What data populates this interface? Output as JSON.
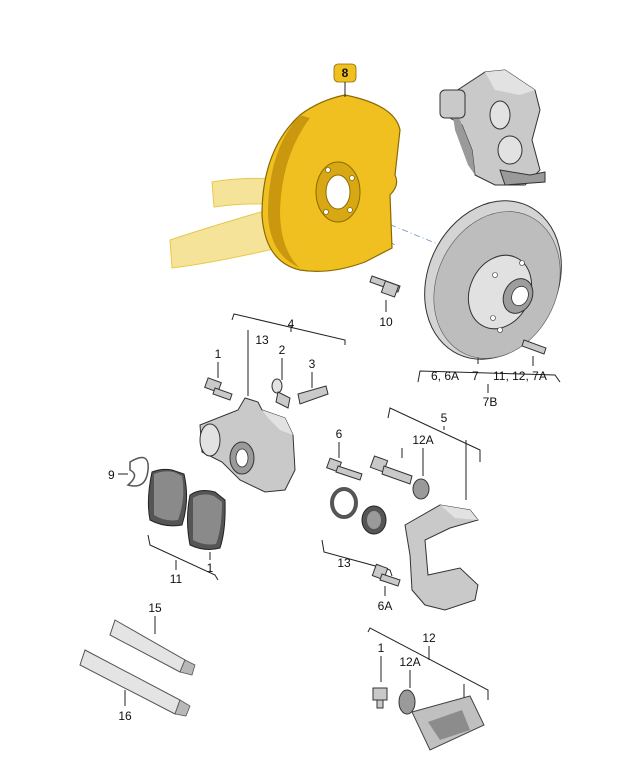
{
  "labels": {
    "l8": "8",
    "l10": "10",
    "l4": "4",
    "l13a": "13",
    "l1a": "1",
    "l2": "2",
    "l3": "3",
    "l6_6A": "6, 6A",
    "l7": "7",
    "l11_12_7A": "11, 12, 7A",
    "l7B": "7B",
    "l5": "5",
    "l6": "6",
    "l12A_a": "12A",
    "l9": "9",
    "l13b": "13",
    "l11": "11",
    "l1b": "1",
    "l6A": "6A",
    "l15": "15",
    "l16": "16",
    "l12": "12",
    "l1c": "1",
    "l12A_b": "12A"
  },
  "colors": {
    "backplate": "#f0c020",
    "backplate_dark": "#c9980e",
    "badge": "#f0c020",
    "parts_grey": "#c9c9c9",
    "dash_line": "#6a8fb8"
  }
}
